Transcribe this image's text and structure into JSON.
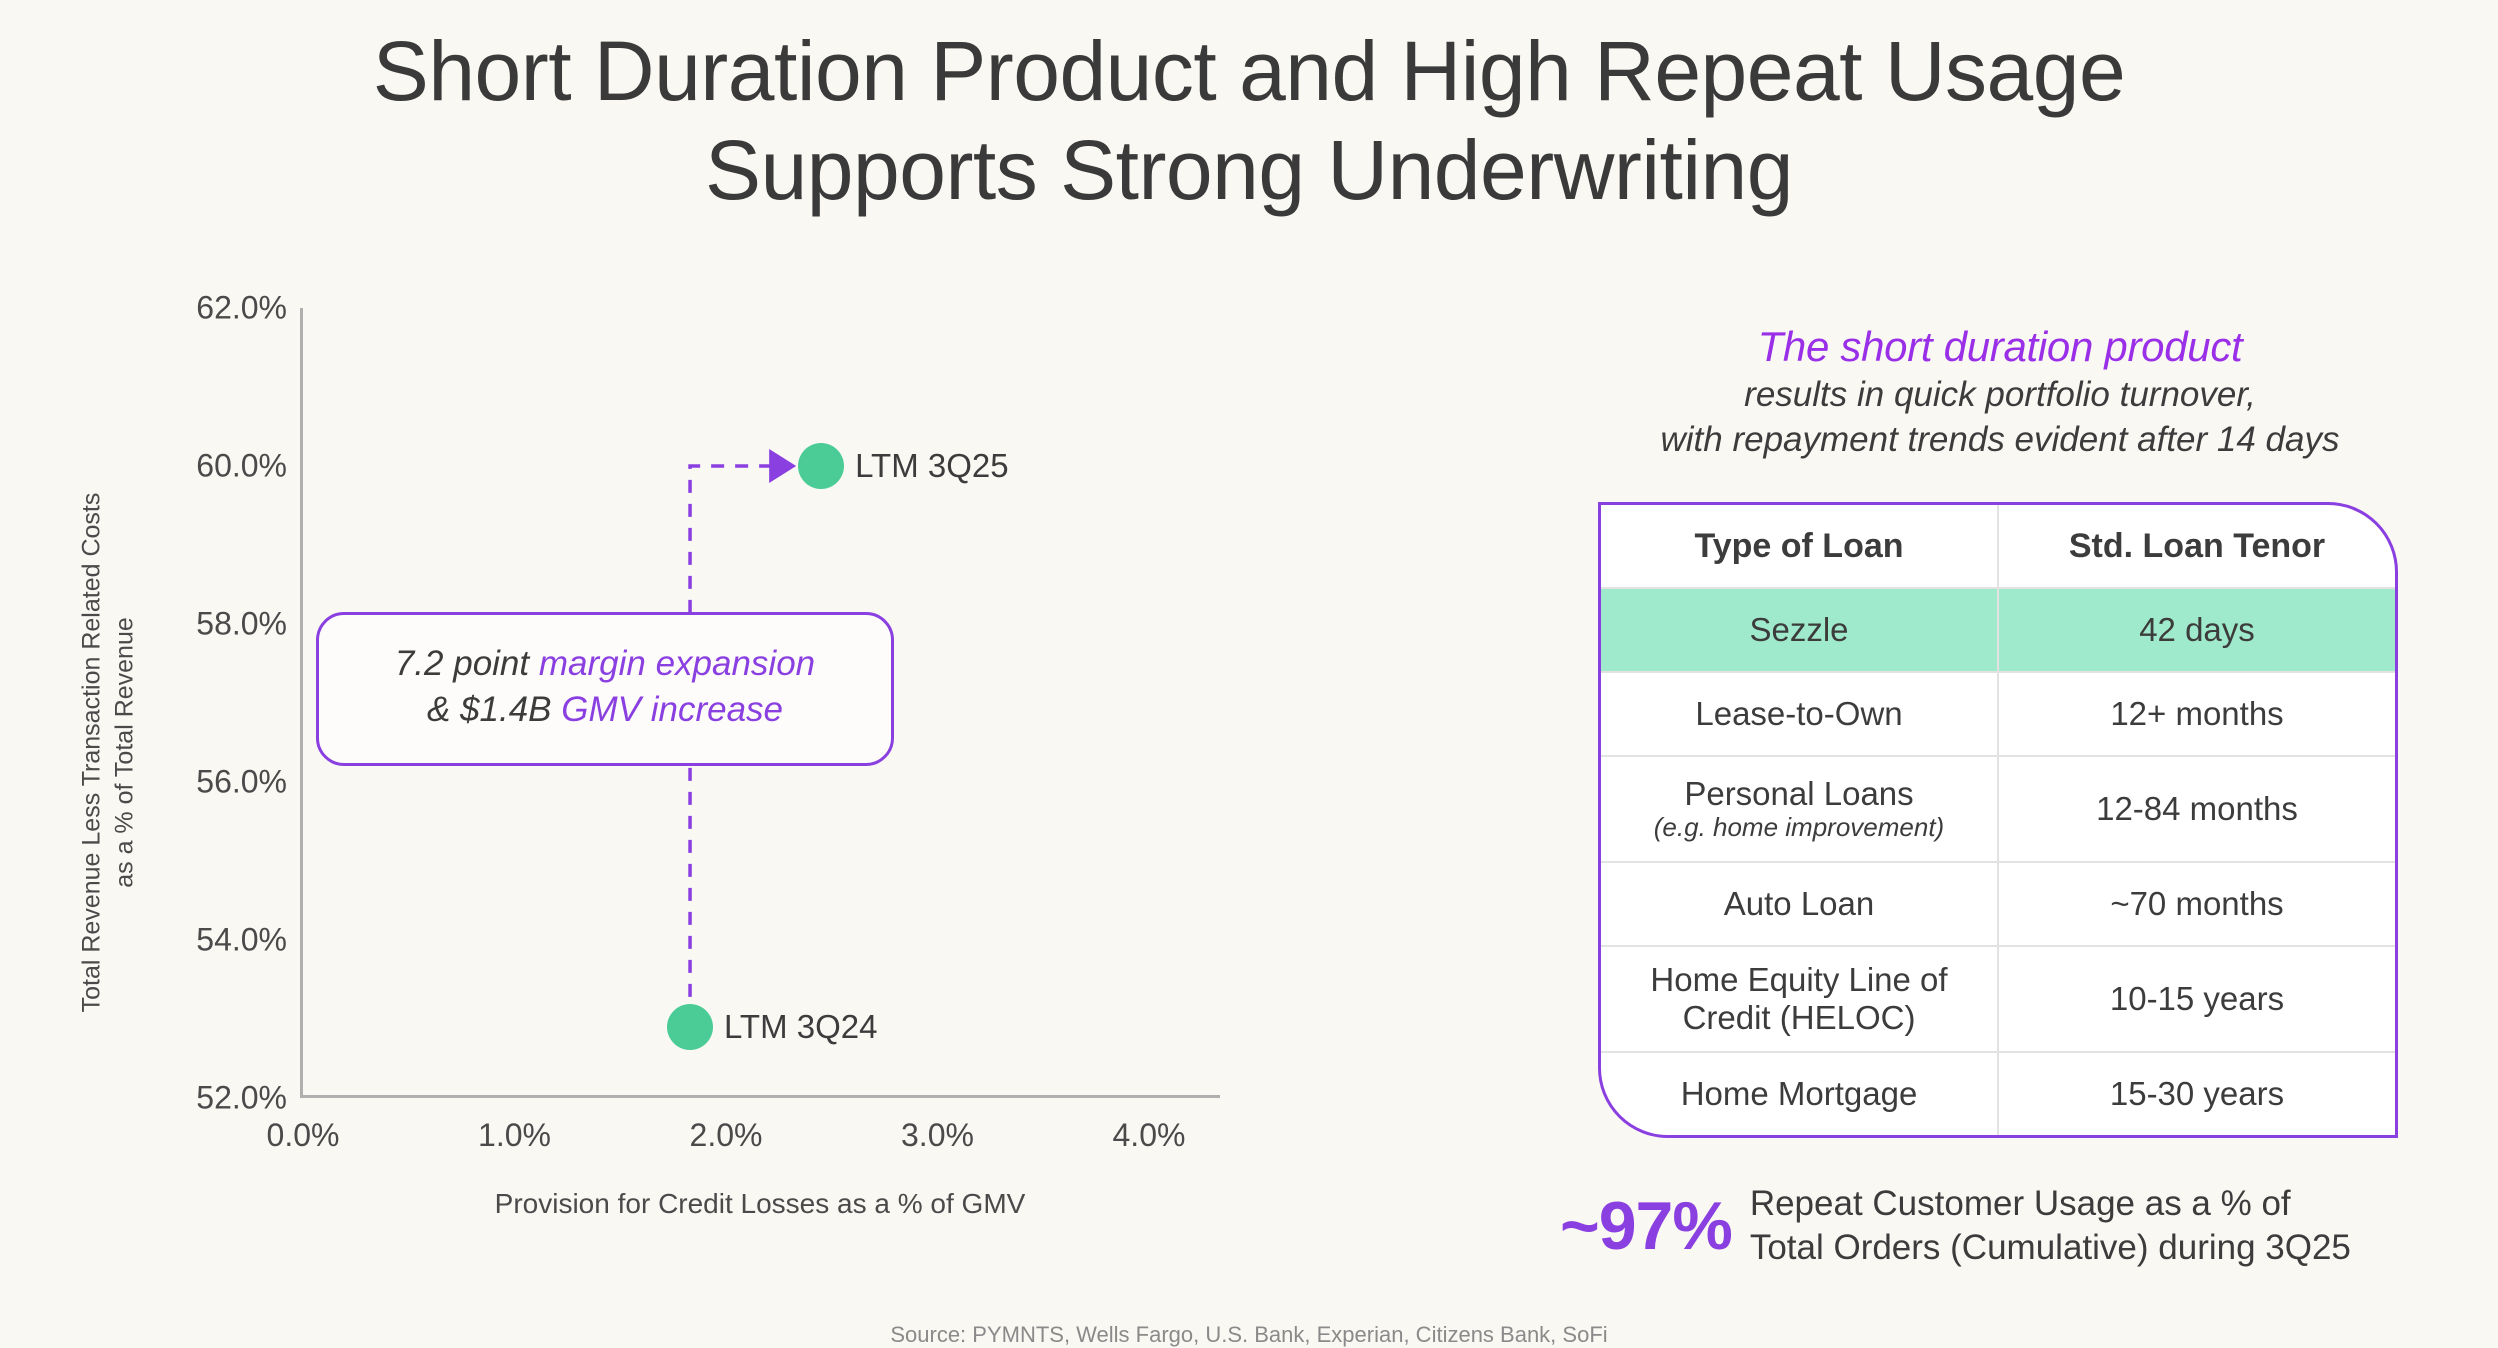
{
  "title": {
    "line1": "Short Duration Product and High Repeat Usage",
    "line2": "Supports Strong Underwriting"
  },
  "colors": {
    "background": "#FAF8F3",
    "accent_purple": "#8A3FE0",
    "accent_purple_bright": "#9A2FE8",
    "marker_green": "#4BCC96",
    "highlight_green": "#9FE9CC",
    "axis_gray": "#AFAFAF",
    "text": "#3C3C3C"
  },
  "chart_data": {
    "type": "scatter",
    "title": "",
    "xlabel": "Provision for Credit Losses as a % of GMV",
    "ylabel": "Total Revenue Less Transaction Related Costs as a % of Total Revenue",
    "ylabel_line1": "Total Revenue Less Transaction Related Costs",
    "ylabel_line2": "as a % of Total Revenue",
    "xlim": [
      0.0,
      4.35
    ],
    "ylim": [
      52.0,
      62.0
    ],
    "xticks": [
      "0.0%",
      "1.0%",
      "2.0%",
      "3.0%",
      "4.0%"
    ],
    "xtick_values": [
      0.0,
      1.0,
      2.0,
      3.0,
      4.0
    ],
    "yticks": [
      "52.0%",
      "54.0%",
      "56.0%",
      "58.0%",
      "60.0%",
      "62.0%"
    ],
    "ytick_values": [
      52.0,
      54.0,
      56.0,
      58.0,
      60.0,
      62.0
    ],
    "grid": false,
    "legend": "none",
    "points": [
      {
        "label": "LTM 3Q25",
        "x": 2.45,
        "y": 60.0
      },
      {
        "label": "LTM 3Q24",
        "x": 1.83,
        "y": 52.9
      }
    ],
    "annotation": {
      "prefix": "7.2 point ",
      "highlight1": "margin expansion",
      "middle": "& $1.4B ",
      "highlight2": "GMV increase",
      "line1_plain": "7.2 point",
      "line1_accent": "margin expansion",
      "line2_plain": "& $1.4B",
      "line2_accent": "GMV increase"
    }
  },
  "right_panel": {
    "heading_line1": "The short duration product",
    "heading_line2": "results in quick portfolio turnover,",
    "heading_line3": "with repayment trends evident after 14 days",
    "table": {
      "headers": [
        "Type of Loan",
        "Std. Loan Tenor"
      ],
      "rows": [
        {
          "type": "Sezzle",
          "sub": "",
          "tenor": "42 days",
          "highlight": true
        },
        {
          "type": "Lease-to-Own",
          "sub": "",
          "tenor": "12+ months",
          "highlight": false
        },
        {
          "type": "Personal Loans",
          "sub": "(e.g. home improvement)",
          "tenor": "12-84 months",
          "highlight": false
        },
        {
          "type": "Auto Loan",
          "sub": "",
          "tenor": "~70 months",
          "highlight": false
        },
        {
          "type": "Home Equity Line of Credit (HELOC)",
          "sub": "",
          "tenor": "10-15 years",
          "highlight": false
        },
        {
          "type": "Home Mortgage",
          "sub": "",
          "tenor": "15-30 years",
          "highlight": false
        }
      ]
    },
    "stat": {
      "value": "~97%",
      "desc_line1": "Repeat Customer Usage as a % of",
      "desc_line2": "Total Orders (Cumulative) during 3Q25"
    }
  },
  "source": "Source: PYMNTS, Wells Fargo, U.S. Bank, Experian, Citizens Bank, SoFi"
}
